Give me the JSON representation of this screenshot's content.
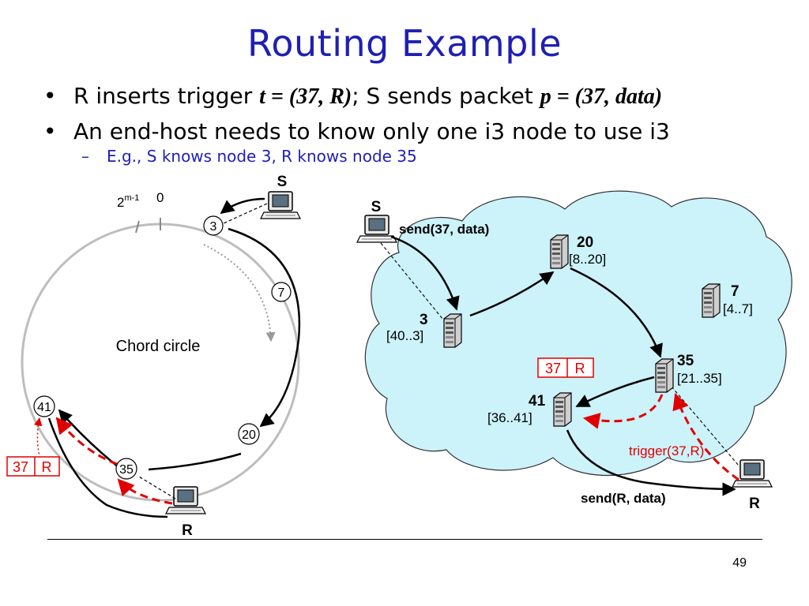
{
  "slide": {
    "title": "Routing Example",
    "page_number": "49"
  },
  "bullets": [
    {
      "lead": "R inserts trigger ",
      "formula1": "t = (37, R)",
      "mid": "; S sends packet ",
      "formula2": "p = (37, data)"
    },
    {
      "text": "An end-host needs to know only one i3 node to use i3"
    }
  ],
  "sub_bullet": {
    "dash": "–",
    "text": "E.g., S knows node 3, R knows node 35"
  },
  "bullet_glyph": "•",
  "left_diagram": {
    "circle_label": "Chord circle",
    "tick_top_label": "0",
    "tick_left_base": "2",
    "tick_left_sup": "m-1",
    "nodes": [
      "3",
      "7",
      "20",
      "35",
      "41"
    ],
    "host_s": "S",
    "host_r": "R",
    "trigger": {
      "id": "37",
      "target": "R"
    }
  },
  "right_diagram": {
    "host_s": "S",
    "host_r": "R",
    "send_top": "send(37, data)",
    "send_bottom": "send(R, data)",
    "trigger_label": "trigger(37,R)",
    "trigger": {
      "id": "37",
      "target": "R"
    },
    "nodes": [
      {
        "id": "20",
        "range": "[8..20]"
      },
      {
        "id": "7",
        "range": "[4..7]"
      },
      {
        "id": "3",
        "range": "[40..3]"
      },
      {
        "id": "35",
        "range": "[21..35]"
      },
      {
        "id": "41",
        "range": "[36..41]"
      }
    ]
  },
  "colors": {
    "title": "#1f1fb4",
    "cloud_fill": "#ccf2fa",
    "trigger_red": "#e00000",
    "circle_gray": "#bdbdbd"
  }
}
